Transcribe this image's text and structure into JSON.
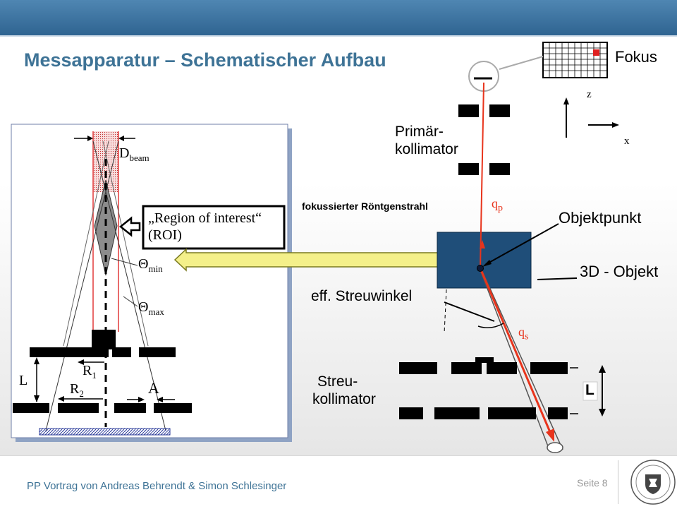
{
  "slide": {
    "title": "Messapparatur – Schematischer Aufbau",
    "footer": "PP Vortrag von Andreas Behrendt & Simon Schlesinger",
    "page": "Seite 8"
  },
  "right_diagram": {
    "fokus": "Fokus",
    "axis_z": "z",
    "axis_x": "x",
    "primaer_line1": "Primär-",
    "primaer_line2": "kollimator",
    "beam_label": "fokussierter Röntgenstrahl",
    "theta_p": "q",
    "theta_p_sub": "p",
    "objektpunkt": "Objektpunkt",
    "objekt_3d": "3D - Objekt",
    "streuwinkel": "eff. Streuwinkel",
    "theta_s": "q",
    "theta_s_sub": "s",
    "streu_line1": "Streu-",
    "streu_line2": "kollimator",
    "L": "L"
  },
  "left_diagram": {
    "D": "D",
    "D_sub": "beam",
    "roi_line1": "„Region of interest“",
    "roi_line2": "(ROI)",
    "theta_min": "Θ",
    "theta_min_sub": "min",
    "theta_max": "Θ",
    "theta_max_sub": "max",
    "R1": "R",
    "R1_sub": "1",
    "R2": "R",
    "R2_sub": "2",
    "L": "L",
    "A": "A"
  },
  "colors": {
    "title": "#3e7396",
    "header": "#3a6f9c",
    "object": "#1f4e79",
    "beam": "#e8341c",
    "arrow_fill": "#f4f08a"
  }
}
